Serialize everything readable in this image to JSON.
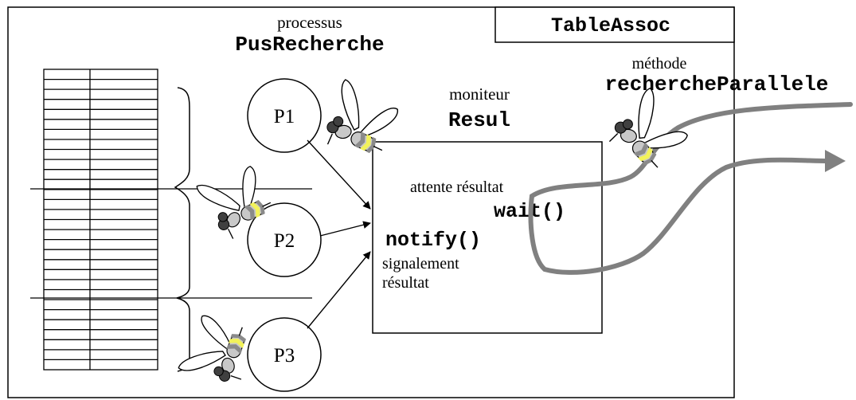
{
  "frame": {
    "class_name": "TableAssoc"
  },
  "process": {
    "caption": "processus",
    "name": "PusRecherche"
  },
  "method": {
    "caption": "méthode",
    "name": "rechercheParallele"
  },
  "monitor": {
    "caption": "moniteur",
    "name": "Resul",
    "wait_caption": "attente résultat",
    "wait_call": "wait()",
    "notify_call": "notify()",
    "notify_caption_line1": "signalement",
    "notify_caption_line2": "résultat"
  },
  "processes": [
    {
      "label": "P1"
    },
    {
      "label": "P2"
    },
    {
      "label": "P3"
    }
  ],
  "colors": {
    "thread_path": "#808080",
    "bee_stripe_gray": "#8a8a8a",
    "bee_stripe_yellow": "#f2f25a",
    "bee_body": "#c8c8c8",
    "bee_head": "#404040"
  },
  "icons": [
    "bee-thread-icon",
    "arrow-icon"
  ]
}
